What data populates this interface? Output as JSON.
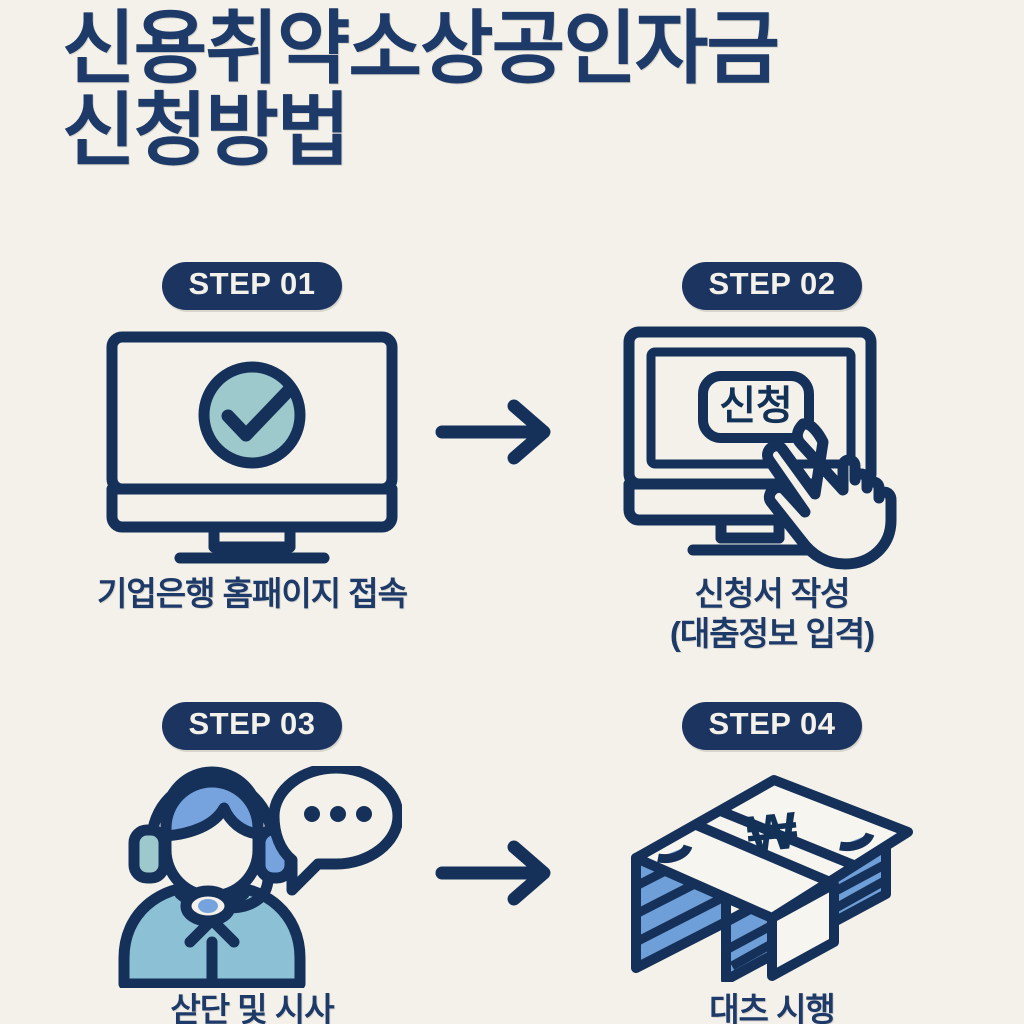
{
  "poster": {
    "title_lines": [
      "신용취약소상공인자금",
      "신청방법"
    ],
    "background_color": "#f4f1ea",
    "navy": "#1c3560",
    "text_navy": "#1d3a68",
    "teal": "#9dc9cc",
    "light_blue": "#8cc0d4",
    "mid_blue": "#76a3dd"
  },
  "steps": [
    {
      "badge": "STEP 01",
      "icon": "monitor-check-icon",
      "caption_lines": [
        "기업은행 홈패이지 접속"
      ]
    },
    {
      "badge": "STEP 02",
      "icon": "monitor-click-icon",
      "screen_button_label": "신청",
      "caption_lines": [
        "신청서 작성",
        "(대춤정보 입격)"
      ]
    },
    {
      "badge": "STEP 03",
      "icon": "headset-agent-icon",
      "caption_lines": [
        "삳단 및 시사"
      ]
    },
    {
      "badge": "STEP 04",
      "icon": "money-stack-icon",
      "currency_symbol": "₩",
      "caption_lines": [
        "대츠 시행"
      ]
    }
  ],
  "arrows": [
    {
      "name": "arrow-step1-to-step2",
      "direction": "right"
    },
    {
      "name": "arrow-step3-to-step4",
      "direction": "right"
    }
  ]
}
